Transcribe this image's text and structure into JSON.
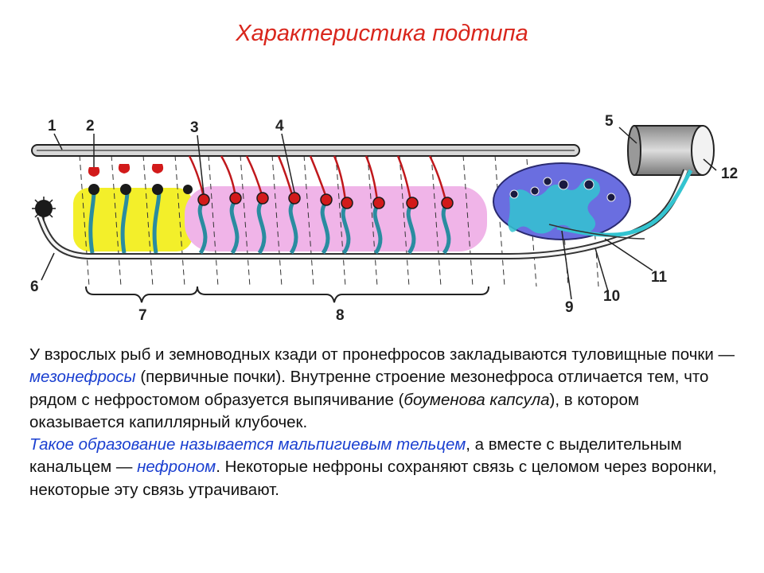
{
  "title": "Характеристика подтипа",
  "diagram": {
    "labels": [
      "1",
      "2",
      "3",
      "4",
      "5",
      "6",
      "7",
      "8",
      "9",
      "10",
      "11",
      "12"
    ],
    "colors": {
      "duct": "#2a2a2a",
      "pronephros_zone": "#f3ef2a",
      "mesonephros_zone": "#f0b4e8",
      "metanephros": "#6a6ee0",
      "tubule": "#33c4d0",
      "glomerulus": "#d21a1a"
    }
  },
  "text": {
    "p1_a": "У взрослых рыб и земноводных кзади от пронефросов закладываются туловищные почки — ",
    "p1_term1": "мезонефросы",
    "p1_b": " (первичные почки). Внутренне строение мезонефроса отличается тем, что рядом с нефростомом образуется выпячивание (",
    "p1_term2": "боуменова капсула",
    "p1_c": "), в котором оказывается капиллярный клубочек.",
    "p2_term1": "Такое образование называется мальпигиевым тельцем",
    "p2_a": ", а вместе с выделительным канальцем — ",
    "p2_term2": "нефроном",
    "p2_b": ". Некоторые нефроны сохраняют связь с целомом через воронки, некоторые эту связь утрачивают."
  }
}
